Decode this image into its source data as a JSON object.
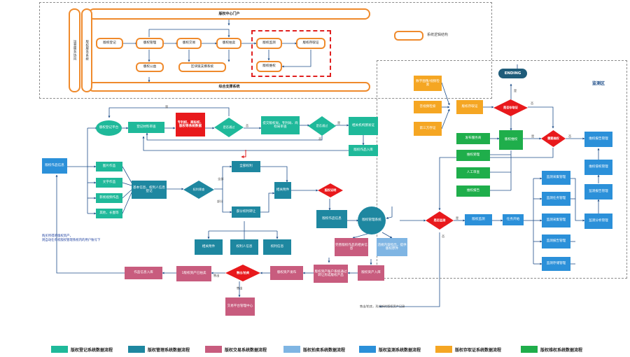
{
  "top": {
    "portal": "版权中心门户",
    "base": "综合支撑系统",
    "side_left": "运营服务协同",
    "side_right": "版权服务系统",
    "reg": "版权登记",
    "mgmt": "版权管理",
    "trade": "版权交易",
    "auction": "版权拍卖",
    "monitor": "版权监测",
    "evidence": "版权存取证",
    "public": "版权公益",
    "bank": "区块链支撑系统",
    "rights": "版权维权",
    "legend_label": "系统逻辑结构"
  },
  "monitor_area": "监测区",
  "nodes": {
    "works_info": "版权作品信息",
    "reg_platform": "版权登记平台",
    "reg_review": "登记材料审查",
    "reg_red": "专利权、商标权、版权等系统数据",
    "pass_1": "是否通过",
    "submit_dept": "提交版权局，专利局、商标局审查",
    "pass_2": "是否通过",
    "dept_cert": "相关机构颁发证",
    "works_entry": "版权作品入库",
    "cat_image": "图片作品",
    "cat_text": "文字作品",
    "cat_video": "影视视频作品",
    "cat_other": "其他，长图等",
    "base_info": "基本信息、权利人信息登记",
    "pay_ok": "权利筛查",
    "owned_1": "全部权利",
    "owned_2": "部分权利转让",
    "related_attach": "相关附件",
    "rights_owned": "权利人信息",
    "rights_info": "权利信息",
    "related_ops": "相关附件",
    "rights_prove": "版权证明",
    "rights_detail": "版权作品信息",
    "mgmt_system": "版权管理系统",
    "sell_info": "完善版权作品的相关信息",
    "auction_notice": "违规内容指出，提供版权原件",
    "rights_entry": "版权资产入库",
    "rights_assets": "版权资产账户系统通过转让形成版权产品",
    "asset_dev": "版权资产发布",
    "sell_or_auction": "售出/拍卖",
    "auction_sold": "1版权资产已拍卖",
    "works_sale": "作品信息入库",
    "trade_center": "交易平台管理中心",
    "is_monitor": "是否监测",
    "rights_monitor": "版权监测",
    "mission": "任务开始",
    "ending": "ENDING",
    "src_1": "数字图像/视频检索",
    "src_2": "音视频检索",
    "src_3": "第三方存证",
    "evidence_store": "版权存取证",
    "need_evidence": "是否存取证",
    "service_1": "发布服务商",
    "service_2": "维权受理",
    "service_3": "人工审查",
    "service_4": "维权报告",
    "rights_claim": "版权维权",
    "need_rights": "需要维权",
    "m_1": "监测采集管理",
    "m_2": "监测任务管理",
    "m_3": "监测采集管理",
    "m_4": "监测报告管理",
    "m_5": "监测存储管理",
    "r_1": "维权报告管理",
    "r_2": "维权侵权管理",
    "r_3": "监测报告管理",
    "r_4": "监测分析管理"
  },
  "labels": {
    "yes": "是",
    "no": "否",
    "all": "全部",
    "part": "部分",
    "sold_out": "售出",
    "sold_auction": "售出/拍卖，形成新的版权资产记录"
  },
  "note": {
    "line1": "购买所得的版权资产，",
    "line2": "则自动在有权版权管理系统内的用户账号下"
  },
  "legend": [
    {
      "label": "版权登记系统数据流程",
      "color": "#1fb99a"
    },
    {
      "label": "版权管理系统数据流程",
      "color": "#1e87a0"
    },
    {
      "label": "版权交易系统数据流程",
      "color": "#c85c7e"
    },
    {
      "label": "版权拍卖系统数据流程",
      "color": "#7fb5e3"
    },
    {
      "label": "版权监测系统数据流程",
      "color": "#2b90d9"
    },
    {
      "label": "版权存取证系统数据流程",
      "color": "#f5a623"
    },
    {
      "label": "版权维权系统数据流程",
      "color": "#1fae4b"
    }
  ]
}
